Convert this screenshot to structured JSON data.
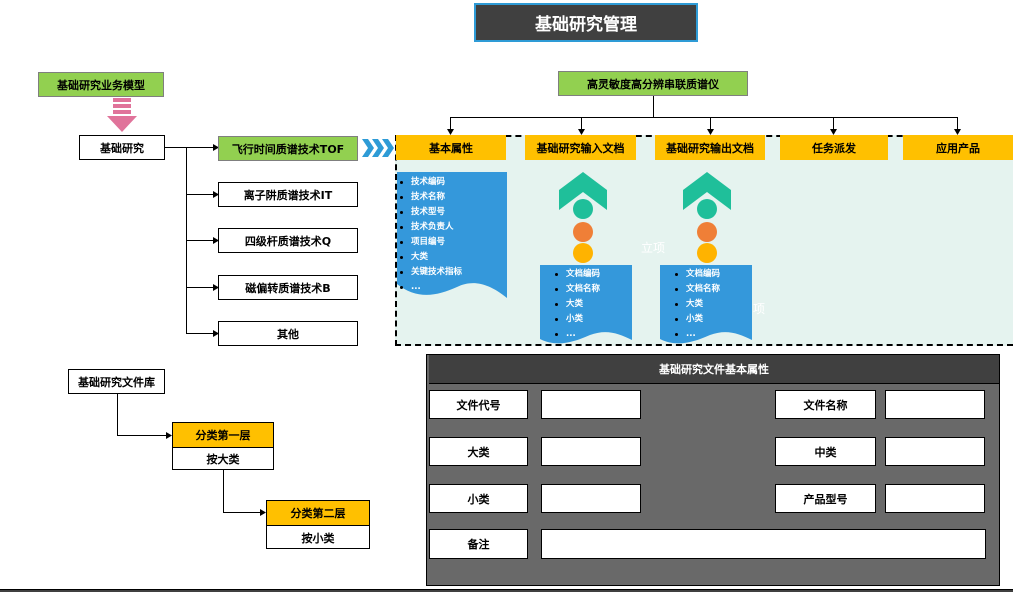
{
  "title": "基础研究管理",
  "colors": {
    "title_bg": "#404040",
    "green": "#92d050",
    "yellow": "#ffc000",
    "blue": "#3498db",
    "teal": "#1fbf9a",
    "orange": "#ef7f37",
    "amber": "#ffb300",
    "panel_bg": "#696969",
    "area_bg": "#e5f3ef",
    "arrow_pink": "#e0739a"
  },
  "left_tree": {
    "model_label": "基础研究业务模型",
    "root_label": "基础研究",
    "branches": [
      "飞行时间质谱技术TOF",
      "离子阱质谱技术IT",
      "四级杆质谱技术Q",
      "磁偏转质谱技术B",
      "其他"
    ]
  },
  "instrument": {
    "label": "高灵敏度高分辨串联质谱仪",
    "tabs": [
      "基本属性",
      "基础研究输入文档",
      "基础研究输出文档",
      "任务派发",
      "应用产品"
    ]
  },
  "basic_attributes": [
    "技术编码",
    "技术名称",
    "技术型号",
    "技术负责人",
    "项目编号",
    "大类",
    "关键技术指标",
    "..."
  ],
  "input_docs": [
    "文档编码",
    "文档名称",
    "大类",
    "小类",
    "..."
  ],
  "output_docs": [
    "文档编码",
    "文档名称",
    "大类",
    "小类",
    "..."
  ],
  "ghost_text": [
    "立项",
    "项"
  ],
  "file_library": {
    "root": "基础研究文件库",
    "levels": [
      {
        "header": "分类第一层",
        "body": "按大类"
      },
      {
        "header": "分类第二层",
        "body": "按小类"
      }
    ]
  },
  "file_panel": {
    "title": "基础研究文件基本属性",
    "fields": {
      "file_code": "文件代号",
      "file_name": "文件名称",
      "major_class": "大类",
      "mid_class": "中类",
      "minor_class": "小类",
      "product_model": "产品型号",
      "remark": "备注"
    },
    "values": {
      "file_code": "",
      "file_name": "",
      "major_class": "",
      "mid_class": "",
      "minor_class": "",
      "product_model": "",
      "remark": ""
    }
  }
}
